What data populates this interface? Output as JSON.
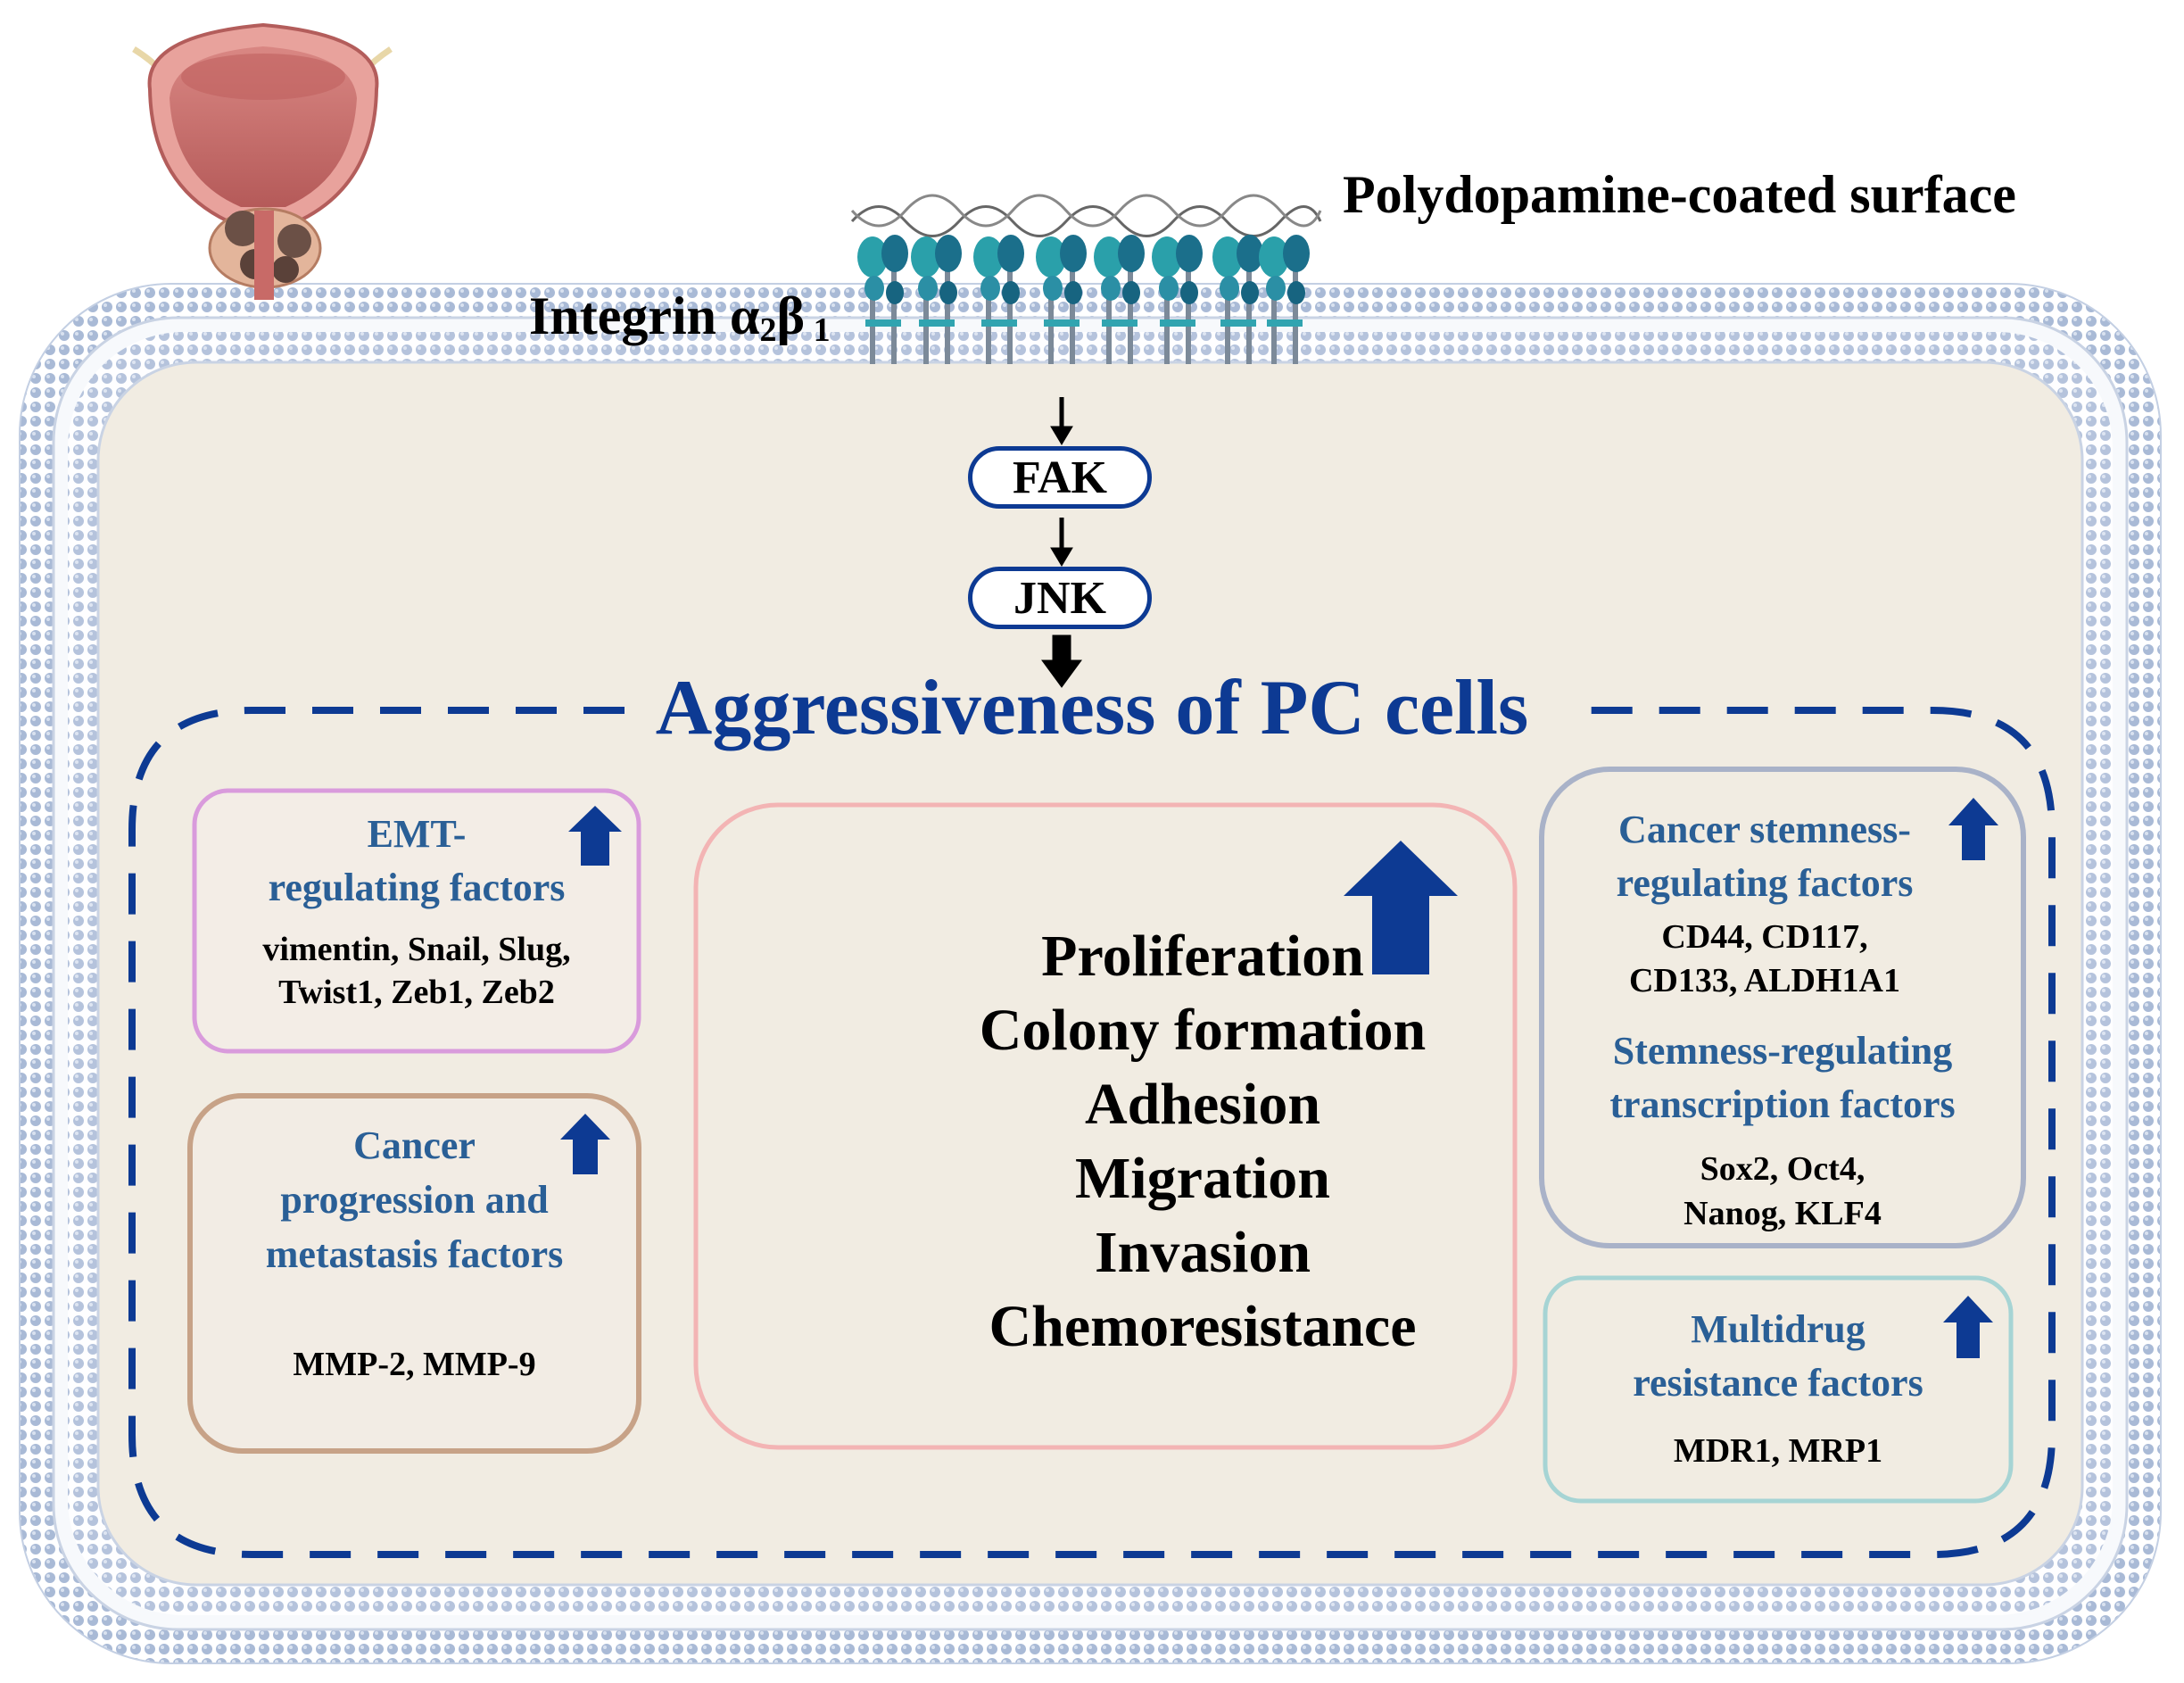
{
  "title": "Aggressiveness of PC cells",
  "surface_label": "Polydopamine-coated surface",
  "integrin": {
    "name": "Integrin α",
    "sub_a": "2",
    "mid": "β",
    "sub_b": " 1"
  },
  "pathway": [
    "FAK",
    "JNK"
  ],
  "boxes": {
    "emt": {
      "title_1": "EMT-",
      "title_2": "regulating factors",
      "body_1": "vimentin, Snail, Slug,",
      "body_2": "Twist1, Zeb1, Zeb2"
    },
    "progression": {
      "title_1": "Cancer",
      "title_2": "progression and",
      "title_3": "metastasis factors",
      "body_1": "MMP-2, MMP-9"
    },
    "phenotypes": [
      "Proliferation",
      "Colony formation",
      "Adhesion",
      "Migration",
      "Invasion",
      "Chemoresistance"
    ],
    "stemness": {
      "title_1": "Cancer stemness-",
      "title_2": "regulating factors",
      "body_1": "CD44, CD117,",
      "body_2": "CD133, ALDH1A1",
      "title_3": "Stemness-regulating",
      "title_4": "transcription factors",
      "body_3": "Sox2, Oct4,",
      "body_4": "Nanog, KLF4"
    },
    "multidrug": {
      "title_1": "Multidrug",
      "title_2": "resistance factors",
      "body_1": "MDR1, MRP1"
    }
  },
  "colors": {
    "accent_blue": "#0d3a93",
    "title_blue": "#2a5f96",
    "cell_fill": "#f1ece2",
    "membrane": "#aebfd9",
    "emt_border": "#d99bdc",
    "progression_border": "#c7a287",
    "phenotype_border": "#f3b4b4",
    "stemness_border": "#a9b2c8",
    "multidrug_border": "#a6d4d4",
    "prostate": "#c86a67"
  },
  "icons": [
    "prostate-icon",
    "integrin-receptor-icon",
    "up-arrow-icon",
    "down-arrow-icon"
  ]
}
